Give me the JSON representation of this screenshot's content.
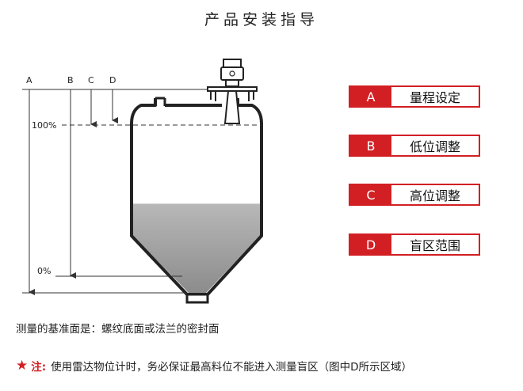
{
  "title": "产品安装指导",
  "diagram": {
    "letters": [
      "A",
      "B",
      "C",
      "D"
    ],
    "percent_high": "100%",
    "percent_low": "0%",
    "fill_level_fraction": 0.48
  },
  "legend": [
    {
      "key": "A",
      "label": "量程设定"
    },
    {
      "key": "B",
      "label": "低位调整"
    },
    {
      "key": "C",
      "label": "高位调整"
    },
    {
      "key": "D",
      "label": "盲区范围"
    }
  ],
  "notes": {
    "reference": "测量的基准面是：螺纹底面或法兰的密封面",
    "warning_prefix": "注:",
    "warning_text": "使用雷达物位计时，务必保证最高料位不能进入测量盲区（图中D所示区域）"
  },
  "colors": {
    "accent": "#d21f24",
    "material": "#a8a8a8"
  }
}
